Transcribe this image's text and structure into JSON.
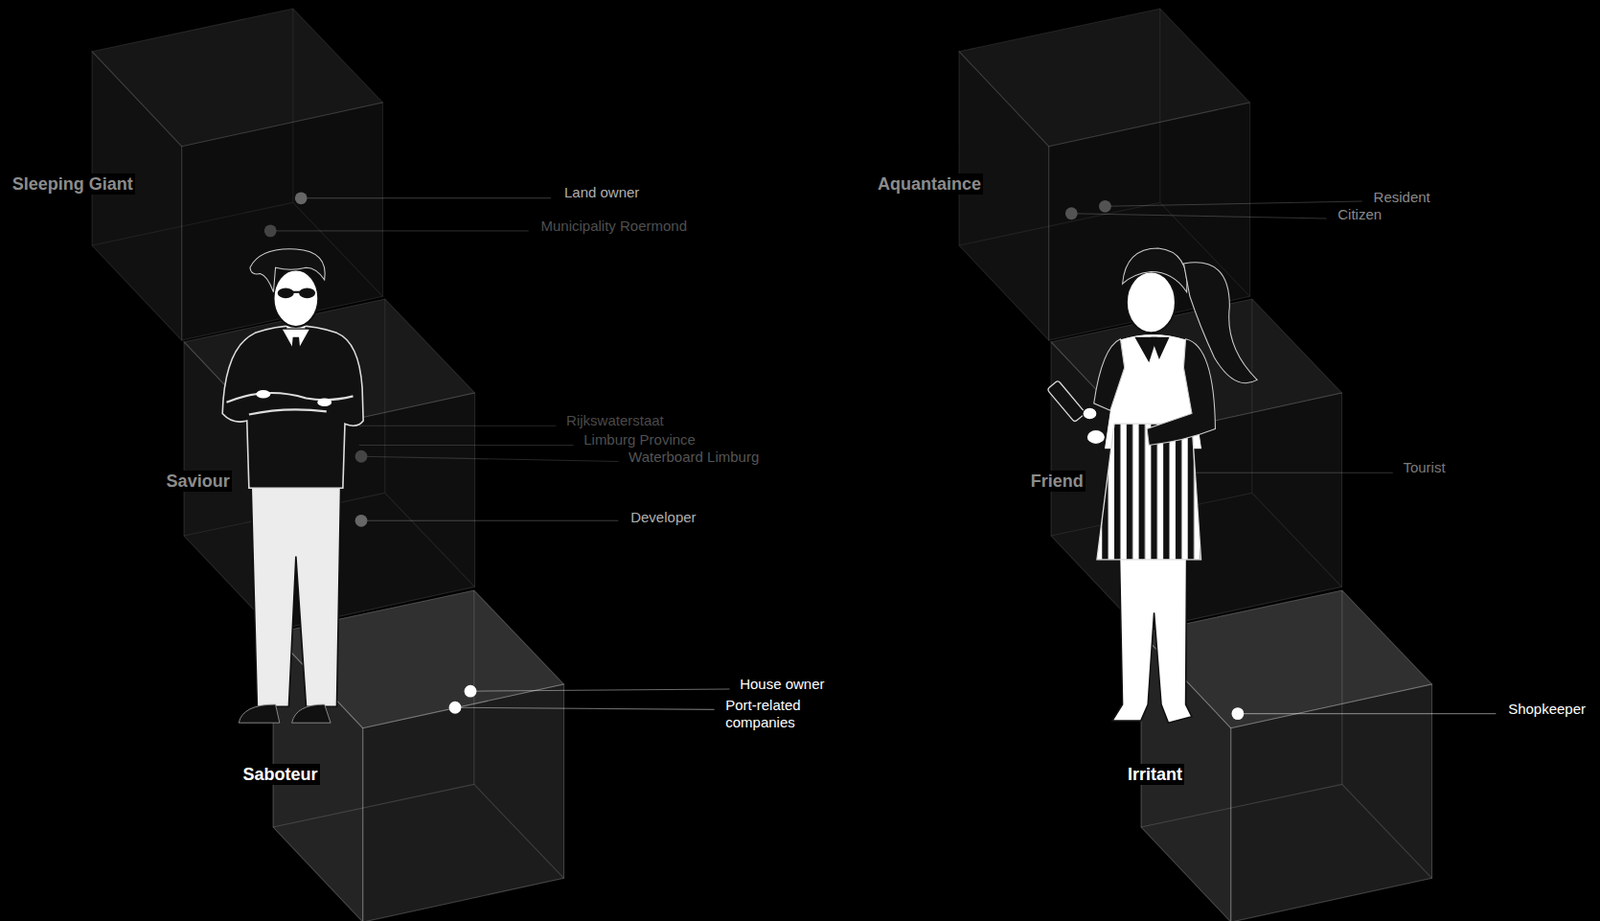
{
  "diagram": {
    "nodes": [
      {
        "text": [
          "Sleeping Giant"
        ]
      },
      {
        "text": [
          "Saviour"
        ]
      },
      {
        "text": [
          "Saboteur"
        ]
      },
      {
        "text": [
          "Aquantaince"
        ]
      },
      {
        "text": [
          "Friend"
        ]
      },
      {
        "text": [
          "Irritant"
        ]
      }
    ],
    "labels": [
      "Land owner",
      "Municipality Roermond",
      "Rijkswaterstaat",
      "Limburg Province",
      "Waterboard Limburg",
      "Developer",
      "House owner",
      "Port-related companies",
      "Resident",
      "Citizen",
      "Tourist",
      "Shopkeeper"
    ]
  }
}
